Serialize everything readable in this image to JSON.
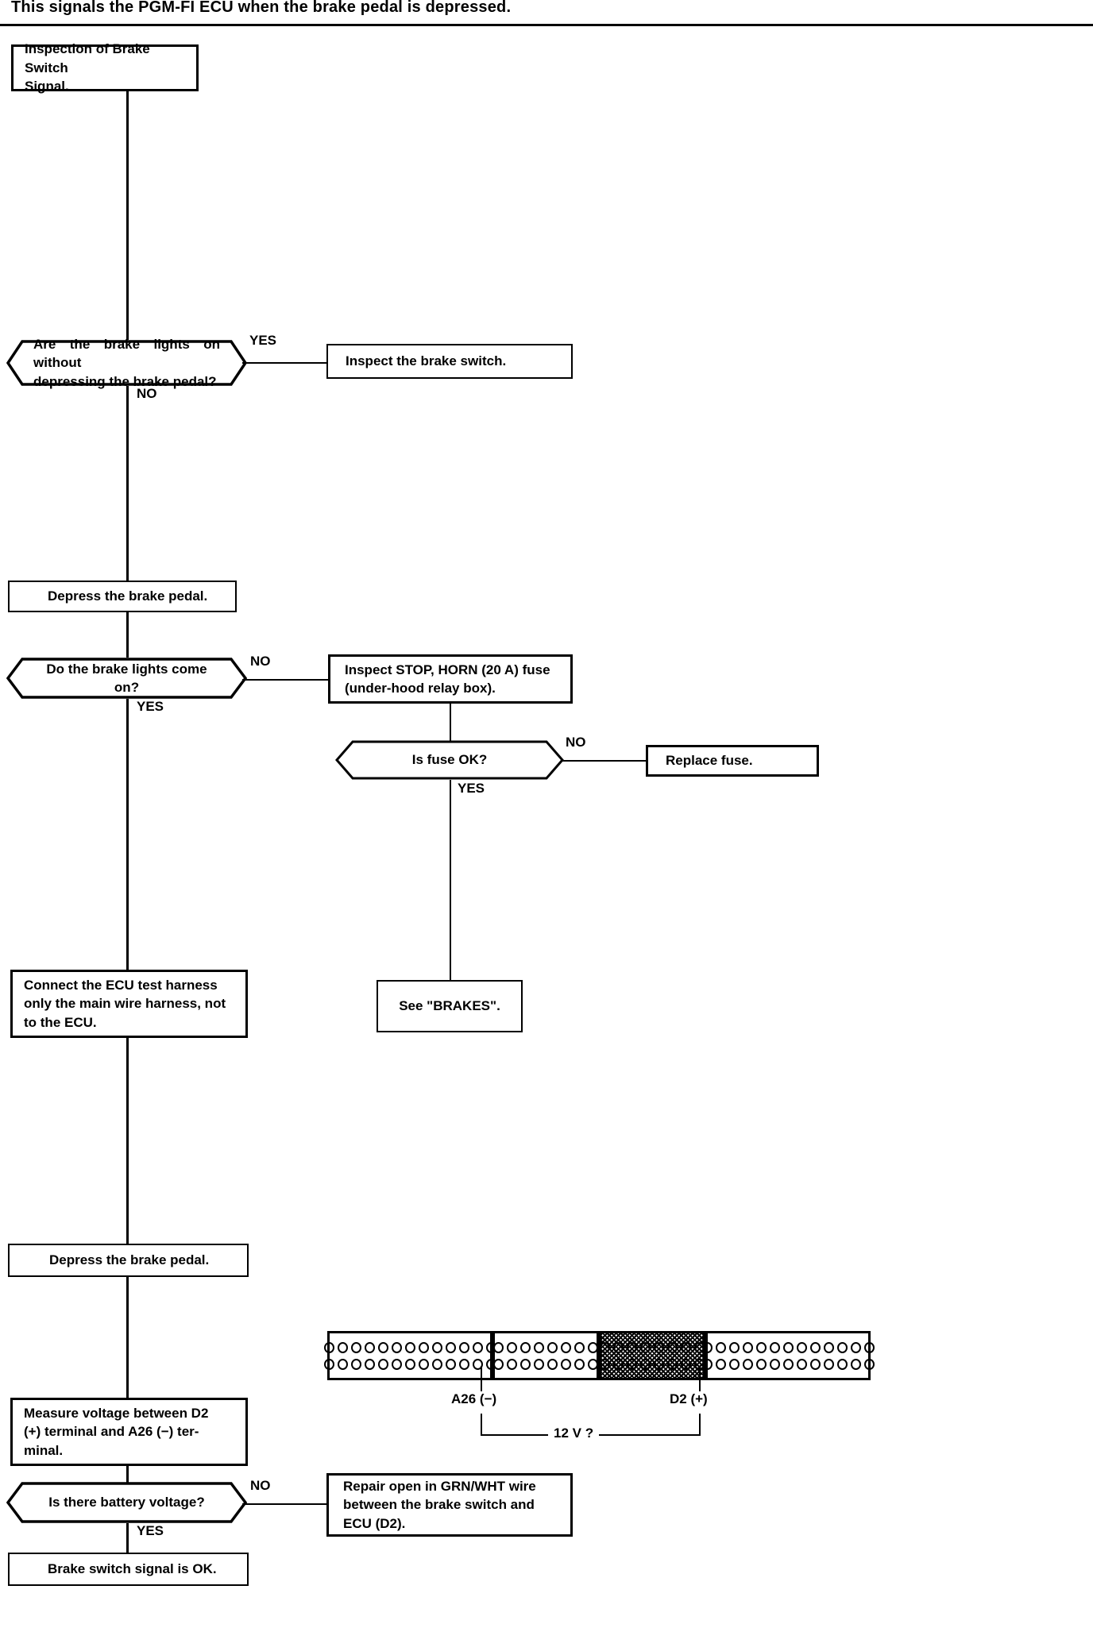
{
  "header": {
    "note": "This signals the PGM-FI ECU when the brake pedal is depressed."
  },
  "flowchart": {
    "title": "Inspection of Brake Switch Signal",
    "nodes": {
      "start": {
        "type": "process",
        "text": "Inspection of Brake Switch\nSignal."
      },
      "q_lights_on_without": {
        "type": "decision",
        "text": "Are the brake lights on without\ndepressing the brake pedal?"
      },
      "inspect_brake_switch": {
        "type": "process",
        "text": "Inspect the brake switch."
      },
      "depress_pedal_1": {
        "type": "process",
        "text": "Depress the brake pedal."
      },
      "q_lights_come_on": {
        "type": "decision",
        "text": "Do the brake lights come on?"
      },
      "inspect_fuse": {
        "type": "process",
        "text": "Inspect STOP, HORN (20 A) fuse\n(under-hood relay box)."
      },
      "q_fuse_ok": {
        "type": "decision",
        "text": "Is fuse OK?"
      },
      "replace_fuse": {
        "type": "process",
        "text": "Replace fuse."
      },
      "see_brakes": {
        "type": "process",
        "text": "See \"BRAKES\"."
      },
      "connect_harness": {
        "type": "process",
        "text": "Connect the ECU test harness\nonly the main wire harness, not\nto the ECU."
      },
      "depress_pedal_2": {
        "type": "process",
        "text": "Depress the brake pedal."
      },
      "measure_voltage": {
        "type": "process",
        "text": "Measure voltage between D2\n(+) terminal and A26 (−) ter-\nminal."
      },
      "q_battery_voltage": {
        "type": "decision",
        "text": "Is there battery voltage?"
      },
      "repair_open": {
        "type": "process",
        "text": "Repair open in GRN/WHT wire\nbetween the brake switch and\nECU (D2)."
      },
      "signal_ok": {
        "type": "process",
        "text": "Brake switch signal is OK."
      }
    },
    "branches": {
      "yes": "YES",
      "no": "NO"
    },
    "branch_labels": [
      {
        "id": "b1-yes",
        "label": "YES"
      },
      {
        "id": "b1-no",
        "label": "NO"
      },
      {
        "id": "b2-no",
        "label": "NO"
      },
      {
        "id": "b2-yes",
        "label": "YES"
      },
      {
        "id": "b3-no",
        "label": "NO"
      },
      {
        "id": "b3-yes",
        "label": "YES"
      },
      {
        "id": "b4-no",
        "label": "NO"
      },
      {
        "id": "b4-yes",
        "label": "YES"
      }
    ]
  },
  "connector_diagram": {
    "terminal_a": "A26 (−)",
    "terminal_d": "D2 (+)",
    "measurement": "12 V ?",
    "blocks": [
      {
        "name": "block-a",
        "pins_per_row": 13,
        "rows": 2,
        "shaded": false
      },
      {
        "name": "block-b",
        "pins_per_row": 8,
        "rows": 2,
        "shaded": false
      },
      {
        "name": "block-c",
        "pins_per_row": 8,
        "rows": 2,
        "shaded": true
      },
      {
        "name": "block-d",
        "pins_per_row": 13,
        "rows": 2,
        "shaded": false
      }
    ]
  },
  "colors": {
    "ink": "#000000",
    "page": "#ffffff"
  }
}
